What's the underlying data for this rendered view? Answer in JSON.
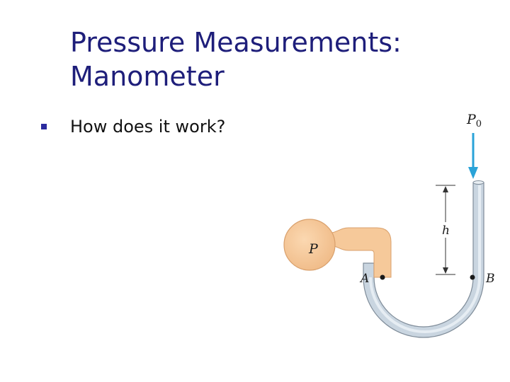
{
  "slide": {
    "title_line1": "Pressure Measurements:",
    "title_line2": "Manometer",
    "bullet_text": "How does it work?"
  },
  "diagram": {
    "labels": {
      "p0": "P",
      "p0_sub": "0",
      "p": "P",
      "h": "h",
      "a": "A",
      "b": "B"
    },
    "colors": {
      "fluid": "#f6c99a",
      "tube": "#c9d5e0",
      "arrow": "#2aa3d8",
      "title": "#1e1e7a"
    }
  }
}
